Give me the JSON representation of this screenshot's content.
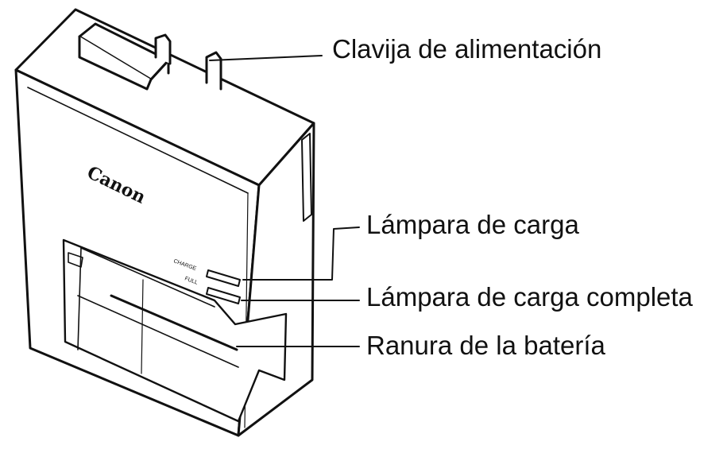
{
  "device": {
    "brand": "Canon",
    "lamp_charge_text": "CHARGE",
    "lamp_full_text": "FULL"
  },
  "callouts": {
    "power_plug": "Clavija de alimentación",
    "charge_lamp": "Lámpara de carga",
    "full_charge_lamp": "Lámpara de carga completa",
    "battery_slot": "Ranura de la batería"
  },
  "colors": {
    "line": "#111111",
    "body": "#ffffff",
    "text": "#111111"
  }
}
